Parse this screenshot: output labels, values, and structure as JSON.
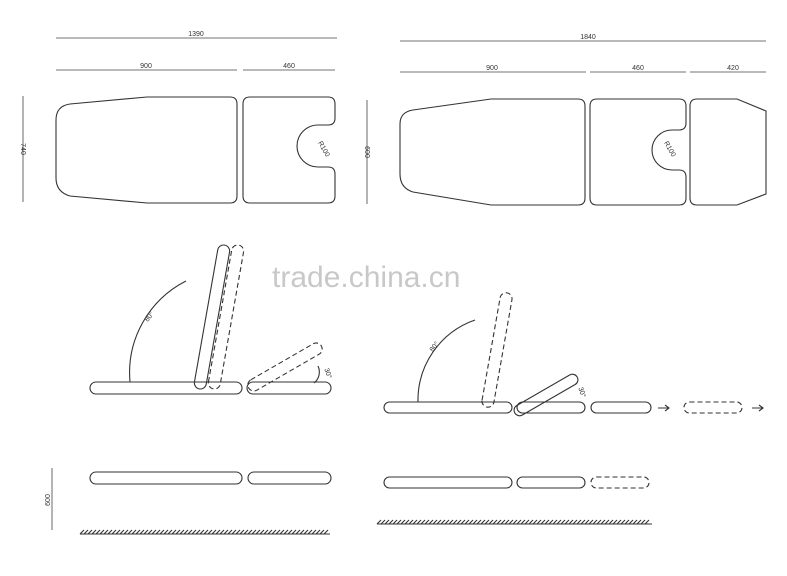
{
  "top_left": {
    "overall_length": "1390",
    "segment_a": "900",
    "segment_b": "460",
    "width": "740",
    "cutout_radius": "R100"
  },
  "top_right": {
    "overall_length": "1840",
    "segment_a": "900",
    "segment_b": "460",
    "segment_c": "420",
    "width": "600",
    "cutout_radius": "R100"
  },
  "side_left": {
    "back_angle": "80°",
    "leg_angle": "30°"
  },
  "side_right": {
    "back_angle": "80°",
    "leg_angle": "30°"
  },
  "bottom_left": {
    "height": "600"
  },
  "watermark": "trade.china.cn"
}
